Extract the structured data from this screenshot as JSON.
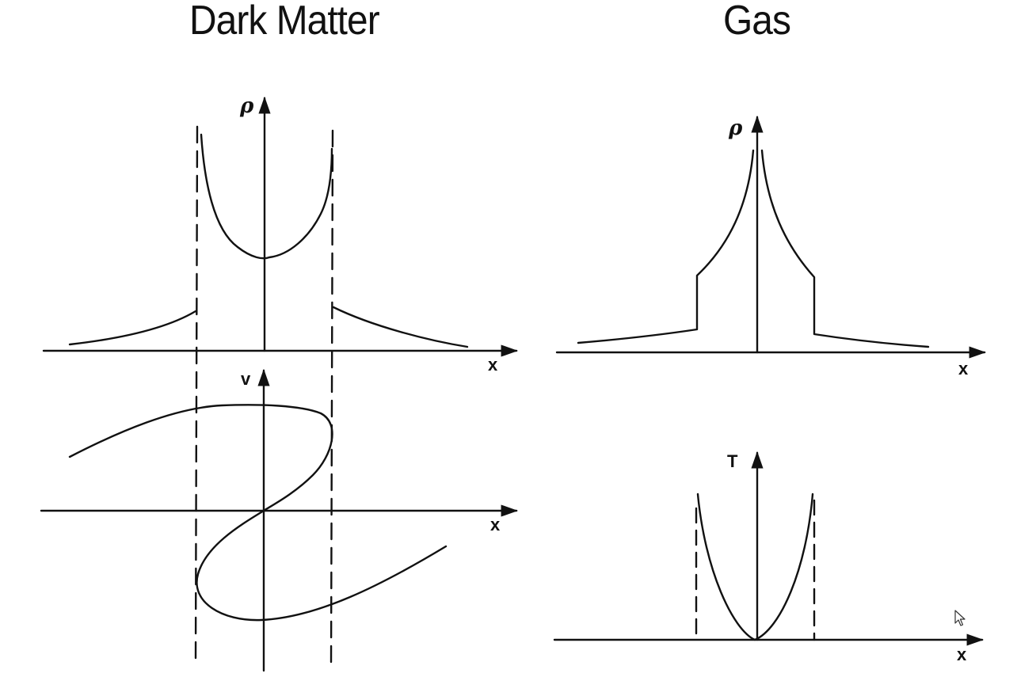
{
  "titles": {
    "dark_matter": "Dark Matter",
    "gas": "Gas"
  },
  "axes": {
    "rho": "ρ",
    "v": "v",
    "t": "T",
    "x": "x"
  },
  "colors": {
    "ink": "#111111",
    "background": "#ffffff"
  },
  "icons": {
    "cursor": "arrow-pointer-icon"
  }
}
